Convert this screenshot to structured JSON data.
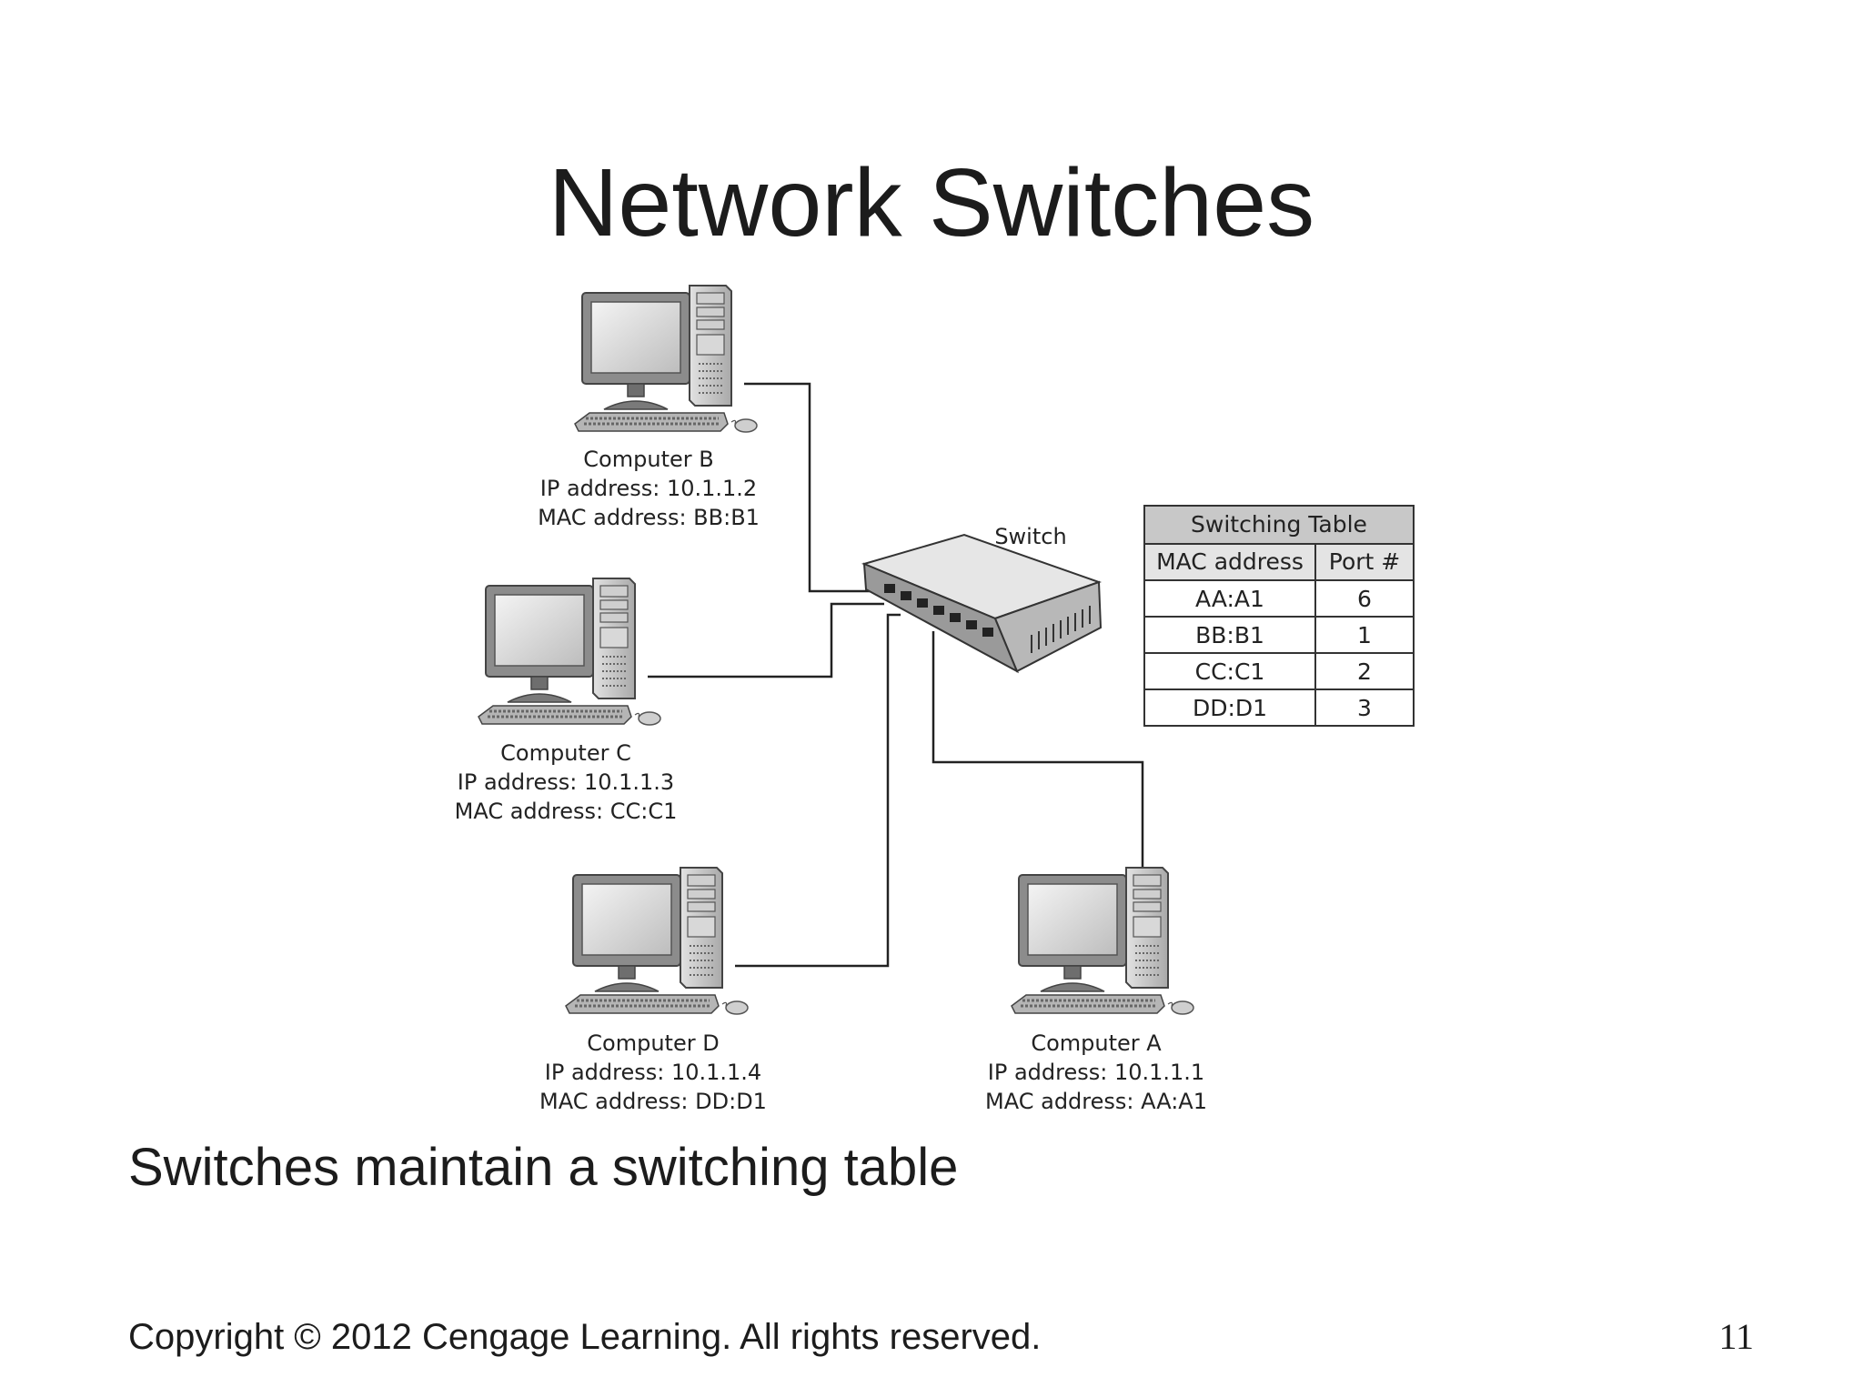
{
  "slide": {
    "title": "Network Switches",
    "caption": "Switches maintain a switching table",
    "copyright": "Copyright © 2012 Cengage Learning. All rights reserved.",
    "page_number": "11"
  },
  "diagram": {
    "switch_label": "Switch",
    "computers": {
      "b": {
        "name": "Computer B",
        "ip": "IP address: 10.1.1.2",
        "mac": "MAC address: BB:B1"
      },
      "c": {
        "name": "Computer C",
        "ip": "IP address: 10.1.1.3",
        "mac": "MAC address: CC:C1"
      },
      "d": {
        "name": "Computer D",
        "ip": "IP address: 10.1.1.4",
        "mac": "MAC address: DD:D1"
      },
      "a": {
        "name": "Computer A",
        "ip": "IP address: 10.1.1.1",
        "mac": "MAC address: AA:A1"
      }
    },
    "switching_table": {
      "title": "Switching Table",
      "headers": [
        "MAC address",
        "Port #"
      ],
      "rows": [
        [
          "AA:A1",
          "6"
        ],
        [
          "BB:B1",
          "1"
        ],
        [
          "CC:C1",
          "2"
        ],
        [
          "DD:D1",
          "3"
        ]
      ]
    }
  }
}
